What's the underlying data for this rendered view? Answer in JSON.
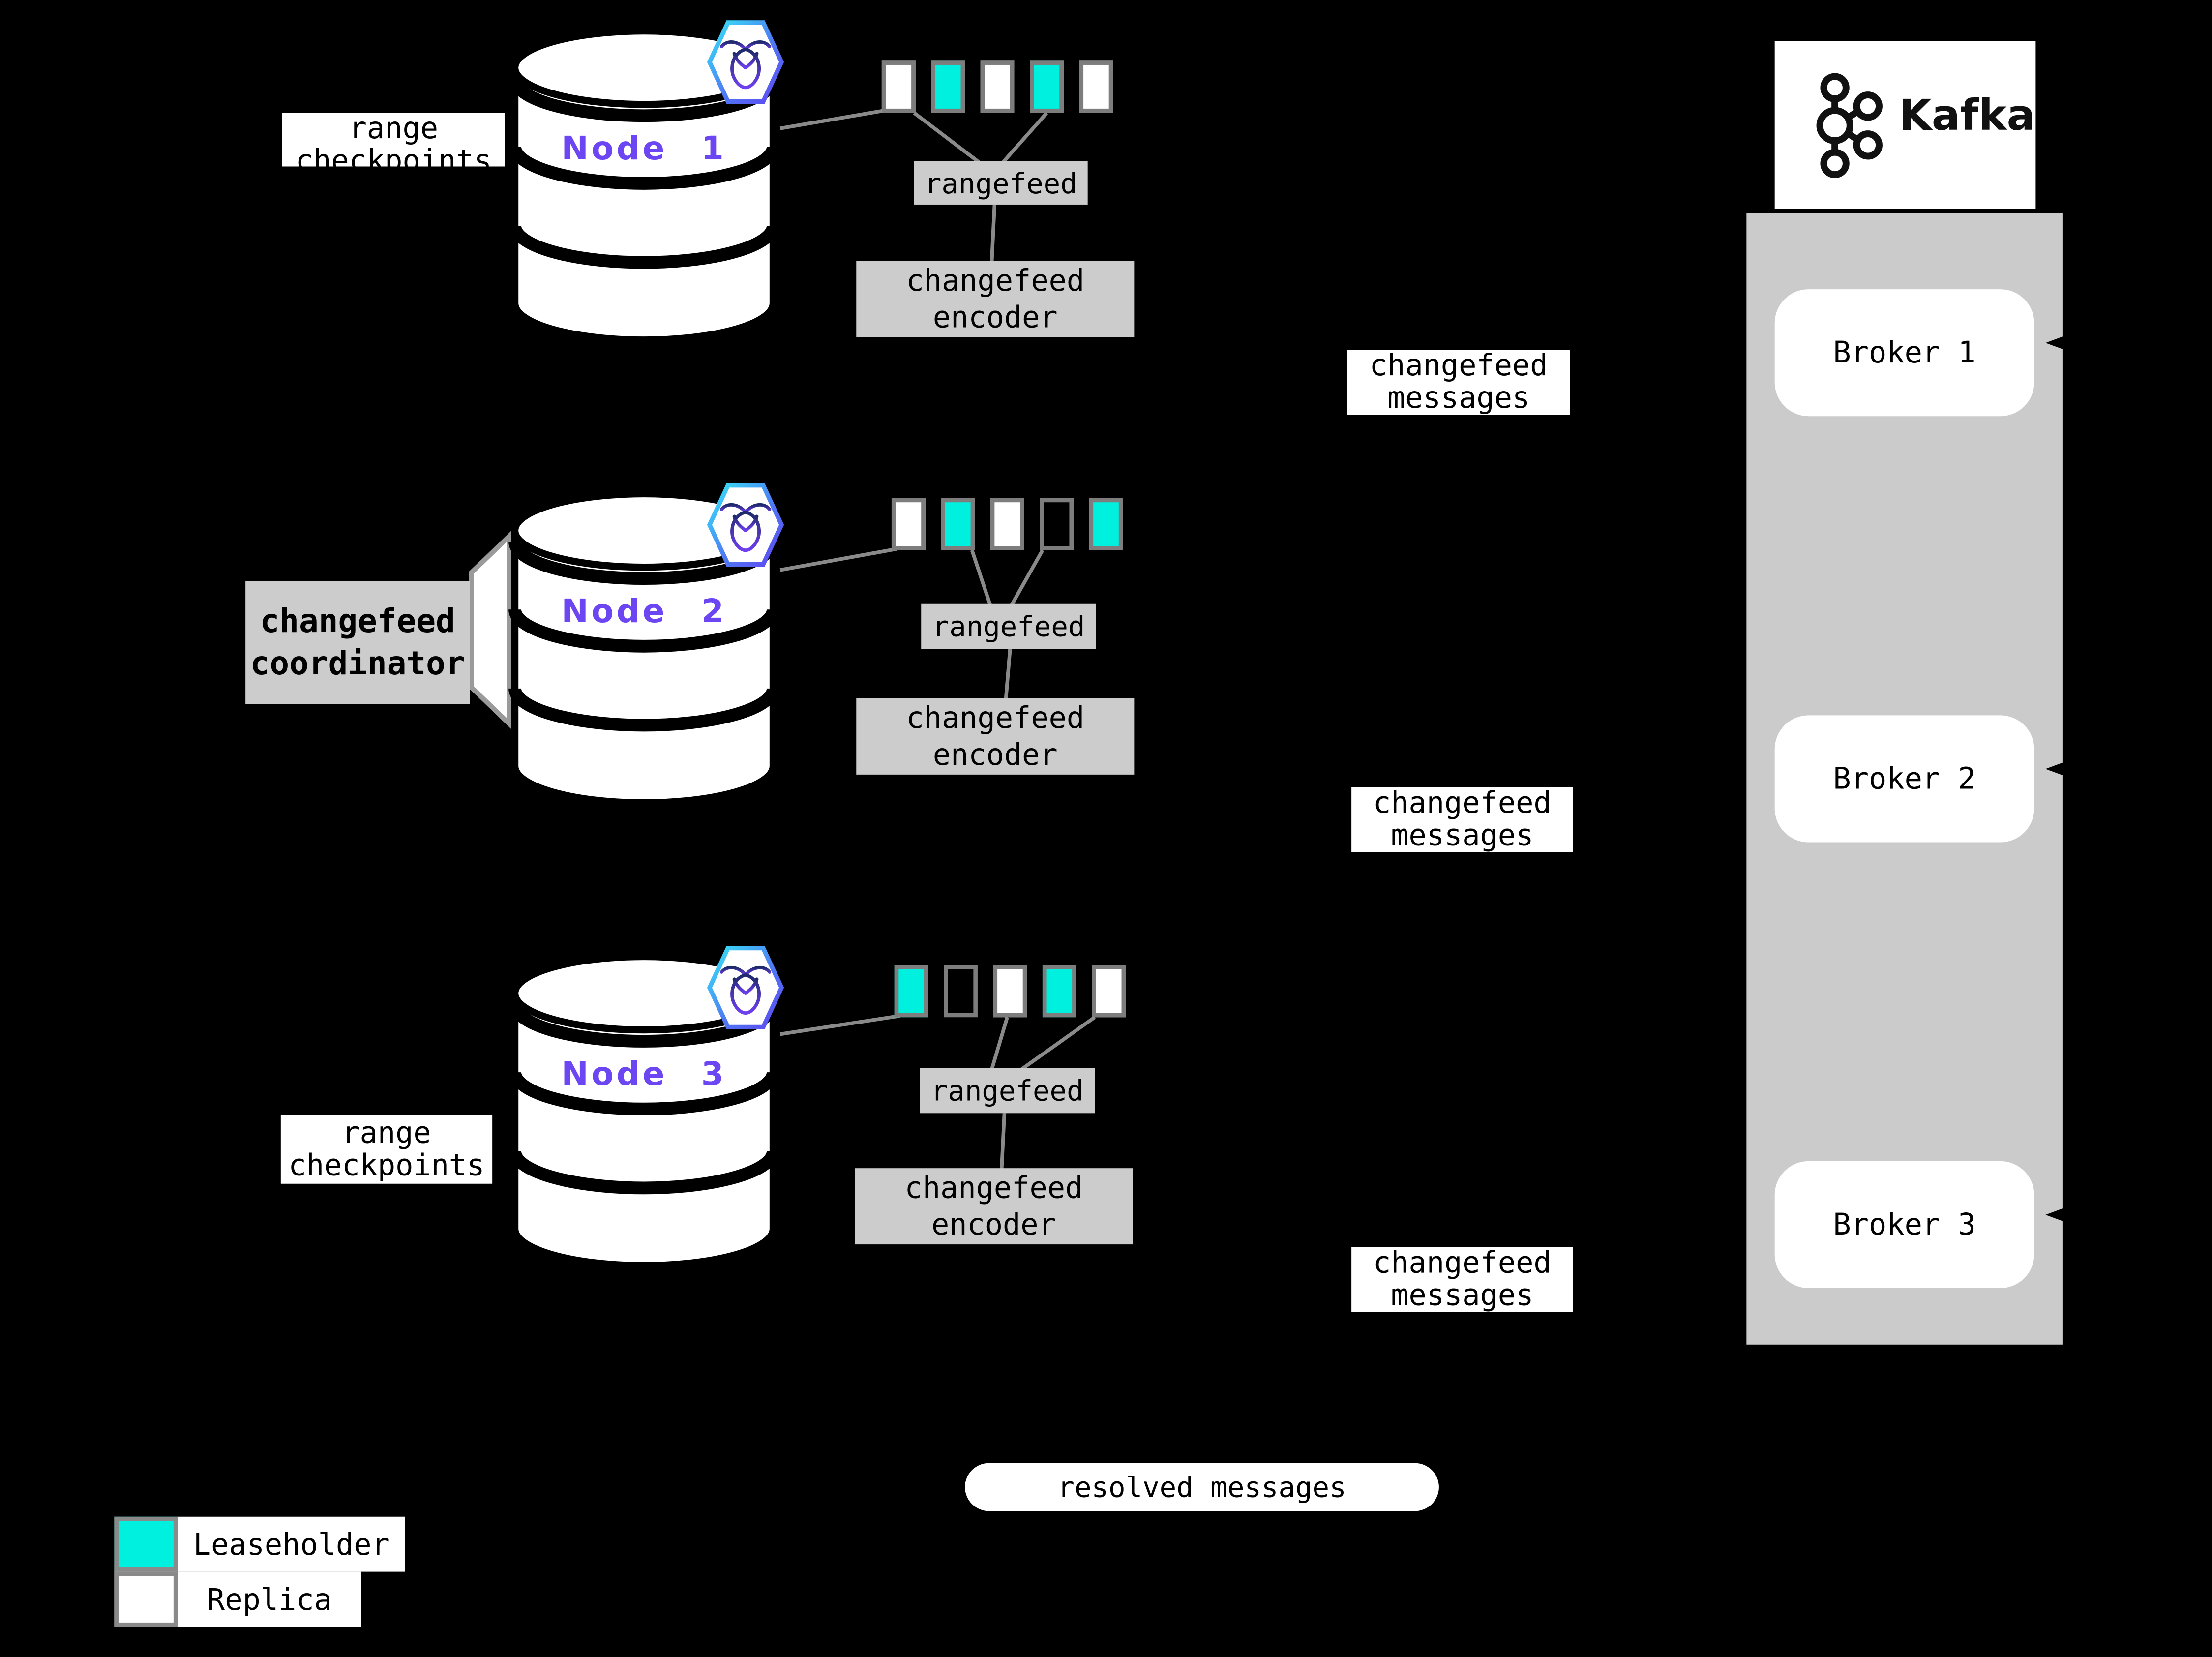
{
  "nodes": [
    {
      "name": "Node 1",
      "ranges": [
        "replica",
        "leaseholder",
        "replica",
        "leaseholder",
        "replica"
      ]
    },
    {
      "name": "Node 2",
      "ranges": [
        "replica",
        "leaseholder",
        "replica",
        "empty",
        "leaseholder"
      ]
    },
    {
      "name": "Node 3",
      "ranges": [
        "leaseholder",
        "empty",
        "replica",
        "leaseholder",
        "replica"
      ]
    }
  ],
  "labels": {
    "range_checkpoints_line1": "range",
    "range_checkpoints_line2": "checkpoints",
    "coordinator_line1": "changefeed",
    "coordinator_line2": "coordinator",
    "rangefeed": "rangefeed",
    "encoder_line1": "changefeed",
    "encoder_line2": "encoder",
    "messages_line1": "changefeed",
    "messages_line2": "messages",
    "resolved": "resolved messages"
  },
  "kafka": {
    "brand": "Kafka",
    "brokers": [
      "Broker 1",
      "Broker 2",
      "Broker 3"
    ]
  },
  "legend": {
    "leaseholder": "Leaseholder",
    "replica": "Replica"
  },
  "colors": {
    "leaseholder": "#00F0E0",
    "replica": "#FFFFFF",
    "empty": "transparent",
    "node_label": "#6B46F2",
    "box_gray": "#CCCCCC",
    "container_gray": "#CBCBCB",
    "line_gray": "#8A8A8A",
    "background": "#000000"
  }
}
